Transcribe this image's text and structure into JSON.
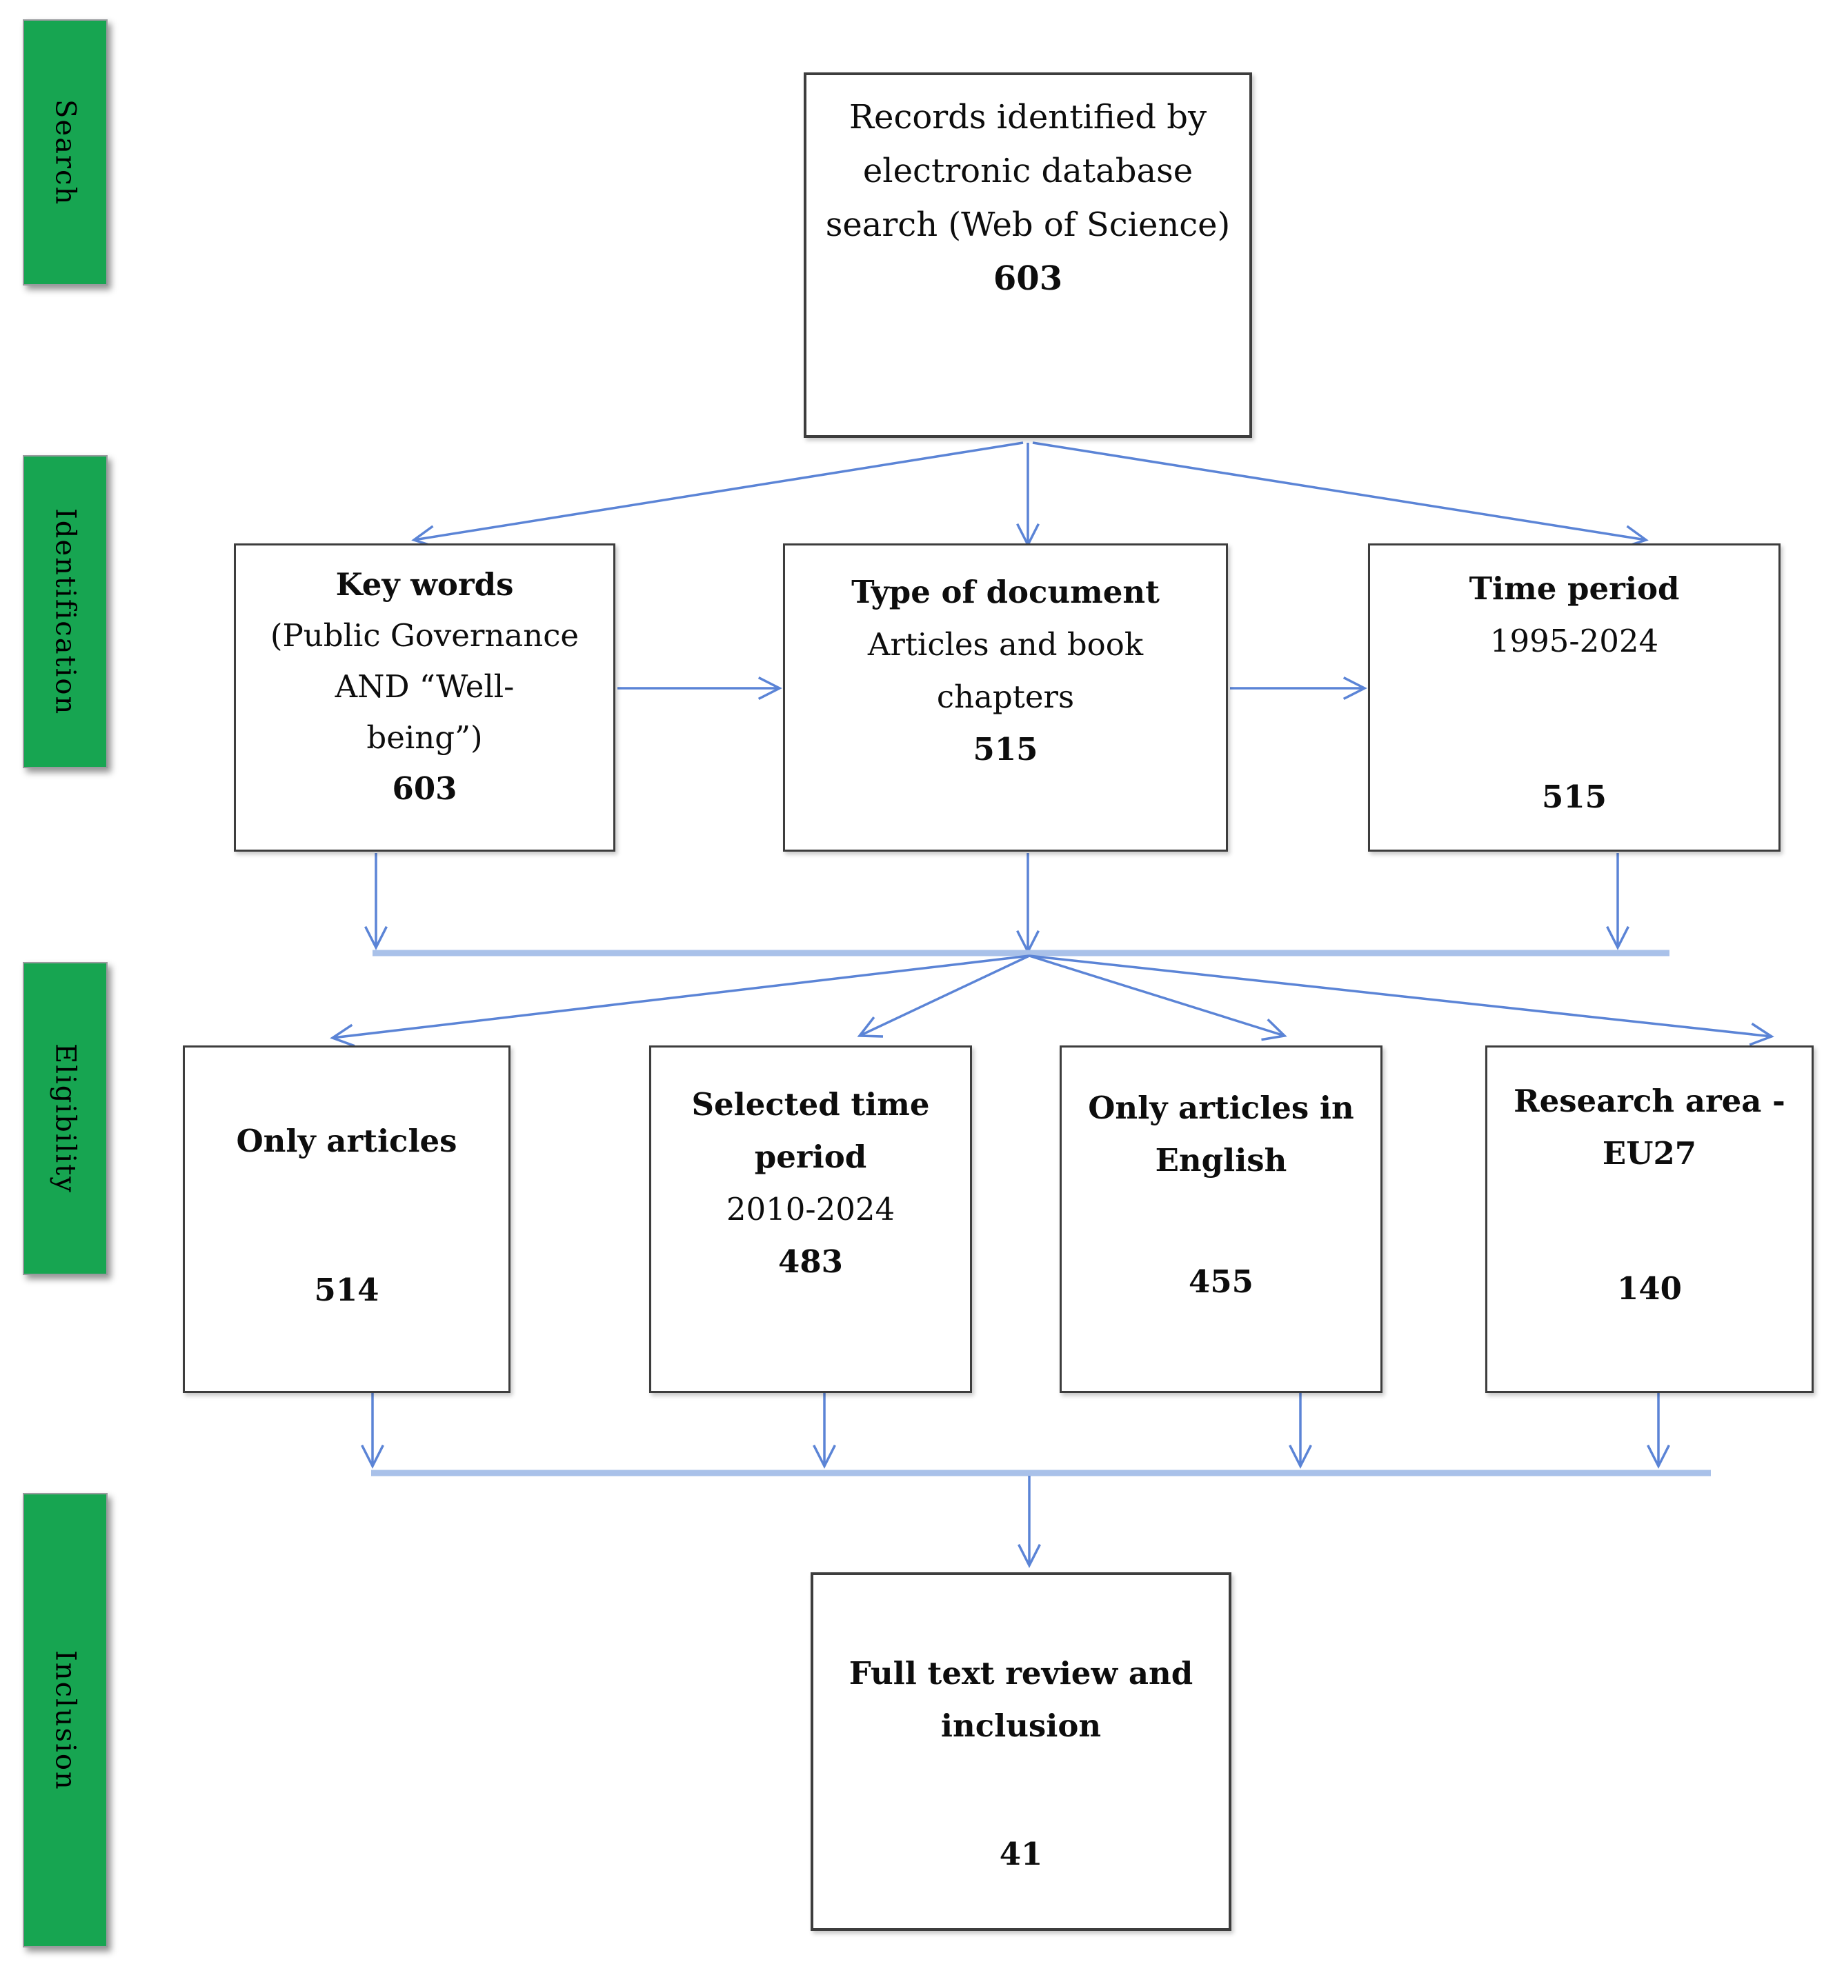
{
  "stages": {
    "search": "Search",
    "identification": "Identification",
    "eligibility": "Eligibility",
    "inclusion": "Inclusion"
  },
  "boxes": {
    "records": {
      "line1": "Records identified by",
      "line2": "electronic database",
      "line3": "search (Web of Science)",
      "count": "603"
    },
    "keywords": {
      "title": "Key words",
      "line1": "(Public Governance",
      "line2": "AND “Well-",
      "line3": "being”)",
      "count": "603"
    },
    "doctype": {
      "title": "Type of document",
      "line1": "Articles and book",
      "line2": "chapters",
      "count": "515"
    },
    "timeperiod": {
      "title": "Time period",
      "line1": "1995-2024",
      "count": "515"
    },
    "onlyarticles": {
      "title": "Only articles",
      "count": "514"
    },
    "selectedperiod": {
      "title1": "Selected time",
      "title2": "period",
      "line1": "2010-2024",
      "count": "483"
    },
    "english": {
      "title1": "Only articles in",
      "title2": "English",
      "count": "455"
    },
    "researcharea": {
      "title1": "Research area -",
      "title2": "EU27",
      "count": "140"
    },
    "fulltext": {
      "title1": "Full text review and",
      "title2": "inclusion",
      "count": "41"
    }
  },
  "colors": {
    "stage_green": "#17a551",
    "arrow_blue": "#5b84d6",
    "band_blue": "#a9c1e9",
    "box_border": "#3d3d3d"
  }
}
